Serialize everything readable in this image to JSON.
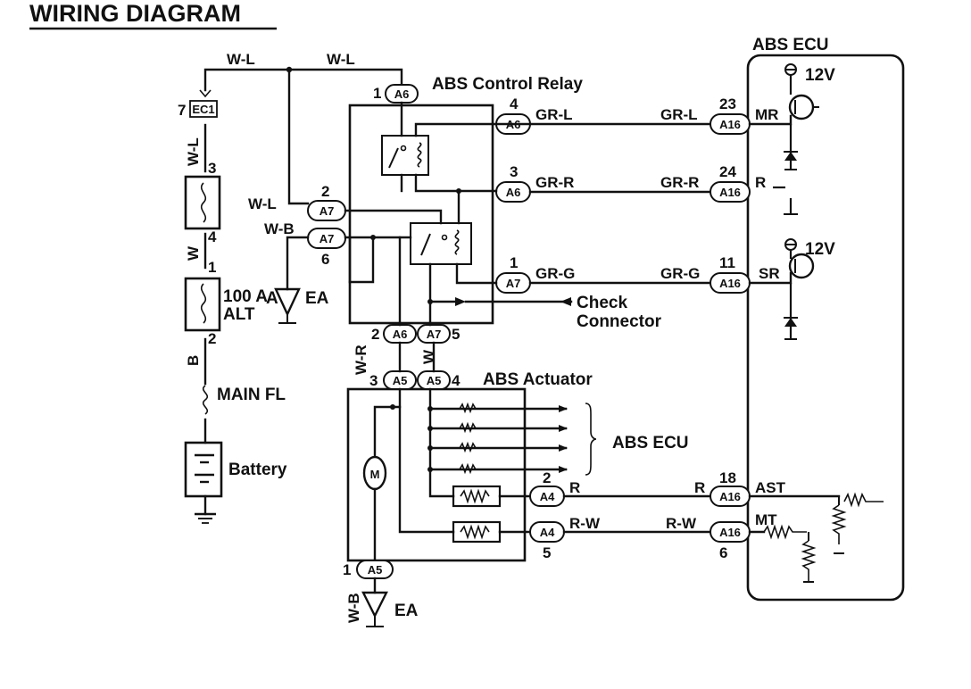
{
  "title": "WIRING DIAGRAM",
  "components": {
    "abs_ecu_box": "ABS ECU",
    "relay": "ABS Control Relay",
    "actuator": "ABS Actuator",
    "fuse_alt": [
      "100 A",
      "ALT"
    ],
    "main_fl": "MAIN FL",
    "battery": "Battery",
    "check_connector": [
      "Check",
      "Connector"
    ],
    "abs_ecu_brace": "ABS ECU",
    "ground_ea": "EA",
    "ground_a": "A",
    "voltage": "12V",
    "motor": "M"
  },
  "connectors": {
    "ec1": "EC1",
    "a6": "A6",
    "a7": "A7",
    "a5": "A5",
    "a4": "A4",
    "a16": "A16"
  },
  "pins": {
    "ec1_pin": "7",
    "fuse_in": "3",
    "fuse_out": "4",
    "alt_in": "1",
    "alt_out": "2",
    "a6_1": "1",
    "a6_4": "4",
    "a6_3": "3",
    "a7_2": "2",
    "a7_6": "6",
    "a7_1": "1",
    "a6_2": "2",
    "a7_5": "5",
    "a5_3": "3",
    "a5_4": "4",
    "a5_1": "1",
    "a4_2": "2",
    "a4_5": "5",
    "a16_23": "23",
    "a16_24": "24",
    "a16_11": "11",
    "a16_18": "18",
    "a16_6": "6"
  },
  "wires": {
    "wl": "W-L",
    "w": "W",
    "b": "B",
    "wb": "W-B",
    "wr": "W-R",
    "grl": "GR-L",
    "grr": "GR-R",
    "grg": "GR-G",
    "r": "R",
    "rw": "R-W"
  },
  "ecu_terminals": {
    "mr": "MR",
    "r": "R",
    "sr": "SR",
    "ast": "AST",
    "mt": "MT"
  }
}
